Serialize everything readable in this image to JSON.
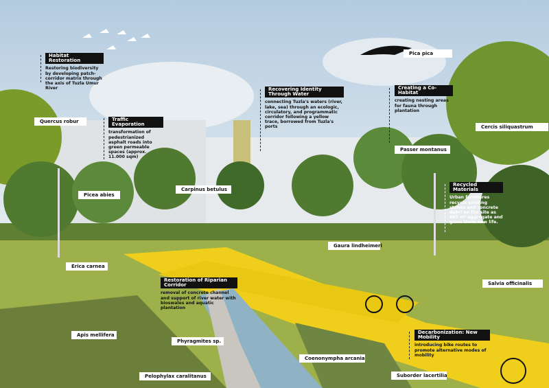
{
  "colors": {
    "sky": "#c9d9e6",
    "path_yellow": "#f0cf1c",
    "grass": "#9db04a",
    "river": "#8fb3c4",
    "tree": "#4f7a2f"
  },
  "species_labels": [
    "Quercus robur",
    "Pica pica",
    "Cercis siliquastrum",
    "Passer montanus",
    "Picea abies",
    "Carpinus betulus",
    "Gaura lindheimeri",
    "Erica carnea",
    "Salvia officinalis",
    "Apis mellifera",
    "Phyragmites sp.",
    "Coenonympha arcania",
    "Pelophylax caralitanus",
    "Suborder lacertilia"
  ],
  "notes": [
    {
      "title": "Habitat Restoration",
      "body": "Restoring biodiversity by developing patch-corridor matrix  through the axis of Tuzla Umur River"
    },
    {
      "title": "Traffic Evaporation",
      "body": "transformation of pedestrianized asphalt roads into green permeable spaces (approx. 11.000 sqm)"
    },
    {
      "title": "Recovering Identity Through Water",
      "body": "connecting Tuzla's waters (river, lake, sea) through an ecologic, circulatory, and programmatic corridor following a yellow trace, borrowed from Tuzla's ports"
    },
    {
      "title": "Creating a Co-Habitat",
      "body": "creating nesting areas for fauna through plantation"
    },
    {
      "title": "Recycled Materials",
      "body": "Urban furnitures recycle existing stones and concrete debri on the site as 667 m³ aggregate and gives them new life."
    },
    {
      "title": "Restoration of Riparian Corridor",
      "body": "removal of concrete channel and support of river water with bioswales and aquatic plantation"
    },
    {
      "title": "Decarbonization: New Mobility",
      "body": "introducing bike routes to promote alternative modes of mobility"
    }
  ]
}
